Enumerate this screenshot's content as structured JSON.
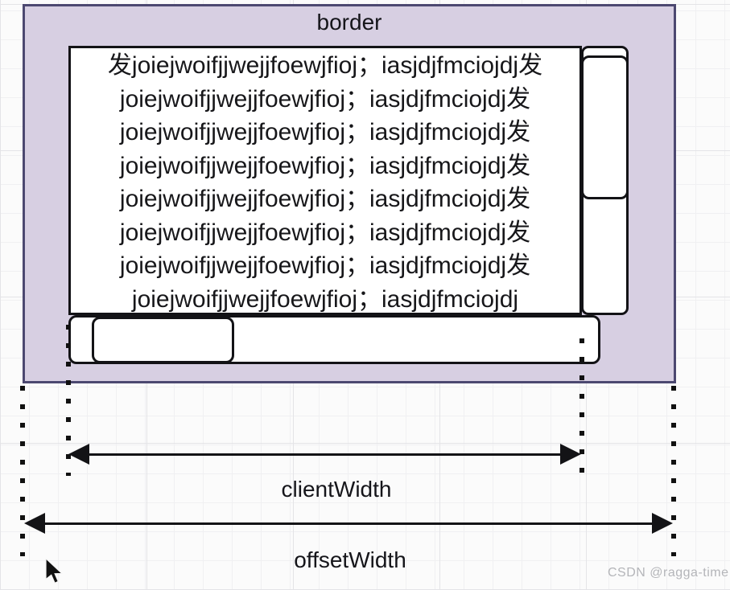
{
  "diagram": {
    "border_label": "border",
    "text_lines": [
      "发joiejwoifjjwejjfoewjfioj；iasjdjfmciojdj发",
      "joiejwoifjjwejjfoewjfioj；iasjdjfmciojdj发",
      "joiejwoifjjwejjfoewjfioj；iasjdjfmciojdj发",
      "joiejwoifjjwejjfoewjfioj；iasjdjfmciojdj发",
      "joiejwoifjjwejjfoewjfioj；iasjdjfmciojdj发",
      "joiejwoifjjwejjfoewjfioj；iasjdjfmciojdj发",
      "joiejwoifjjwejjfoewjfioj；iasjdjfmciojdj发",
      "joiejwoifjjwejjfoewjfioj；iasjdjfmciojdj"
    ],
    "client_width_label": "clientWidth",
    "offset_width_label": "offsetWidth",
    "watermark": "CSDN @ragga-time",
    "colors": {
      "border_box_fill": "#D7CFE2",
      "border_box_stroke": "#4C4870",
      "box_stroke": "#131316",
      "canvas_bg": "#FBFBFB",
      "grid_minor": "#F0F0F2",
      "grid_major": "#E4E4E7",
      "watermark_color": "#B4B5B9"
    }
  }
}
